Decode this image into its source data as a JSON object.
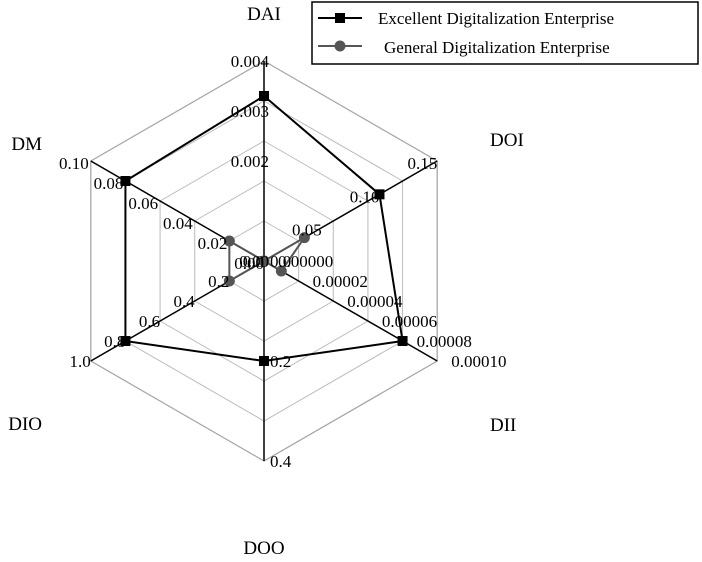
{
  "chart_data": {
    "type": "radar",
    "axes": [
      {
        "name": "DAI",
        "range": [
          0,
          0.004
        ],
        "ticks": [
          "0.000",
          "0.001",
          "0.002",
          "0.003",
          "0.004"
        ],
        "tick_labels": [
          "0.00",
          "",
          "0.002",
          "0.003",
          "0.004"
        ]
      },
      {
        "name": "DOI",
        "range": [
          0,
          0.15
        ],
        "ticks": [
          "0.00",
          "0.05",
          "0.10",
          "0.15"
        ],
        "tick_labels": [
          "0.00",
          "0.05",
          "0.10",
          "0.15"
        ]
      },
      {
        "name": "DII",
        "range": [
          0,
          0.0001
        ],
        "ticks": [
          "0.00000",
          "0.00002",
          "0.00004",
          "0.00006",
          "0.00008",
          "0.00010"
        ],
        "tick_labels": [
          "0.00000",
          "0.00002",
          "0.00004",
          "0.00006",
          "0.00008",
          "0.00010"
        ]
      },
      {
        "name": "DOO",
        "range": [
          0,
          0.4
        ],
        "ticks": [
          "0.0",
          "0.2",
          "0.4"
        ],
        "tick_labels": [
          "0.0",
          "0.2",
          "0.4"
        ]
      },
      {
        "name": "DIO",
        "range": [
          0,
          1.0
        ],
        "ticks": [
          "0.0",
          "0.2",
          "0.4",
          "0.6",
          "0.8",
          "1.0"
        ],
        "tick_labels": [
          "0.0",
          "0.2",
          "0.4",
          "0.6",
          "0.8",
          "1.0"
        ]
      },
      {
        "name": "DM",
        "range": [
          0,
          0.1
        ],
        "ticks": [
          "0.00",
          "0.02",
          "0.04",
          "0.06",
          "0.08",
          "0.10"
        ],
        "tick_labels": [
          "",
          "0.02",
          "0.04",
          "0.06",
          "0.08",
          "0.10"
        ]
      }
    ],
    "series": [
      {
        "name": "Excellent Digitalization Enterprise",
        "marker": "square",
        "color": "#000000",
        "values": [
          0.0033,
          0.1,
          8e-05,
          0.2,
          0.8,
          0.08
        ]
      },
      {
        "name": "General Digitalization Enterprise",
        "marker": "circle",
        "color": "#555555",
        "values": [
          0.0,
          0.035,
          1e-05,
          0.0,
          0.2,
          0.02
        ]
      }
    ],
    "grid": true,
    "grid_levels": 5,
    "legend_position": "top-right"
  }
}
